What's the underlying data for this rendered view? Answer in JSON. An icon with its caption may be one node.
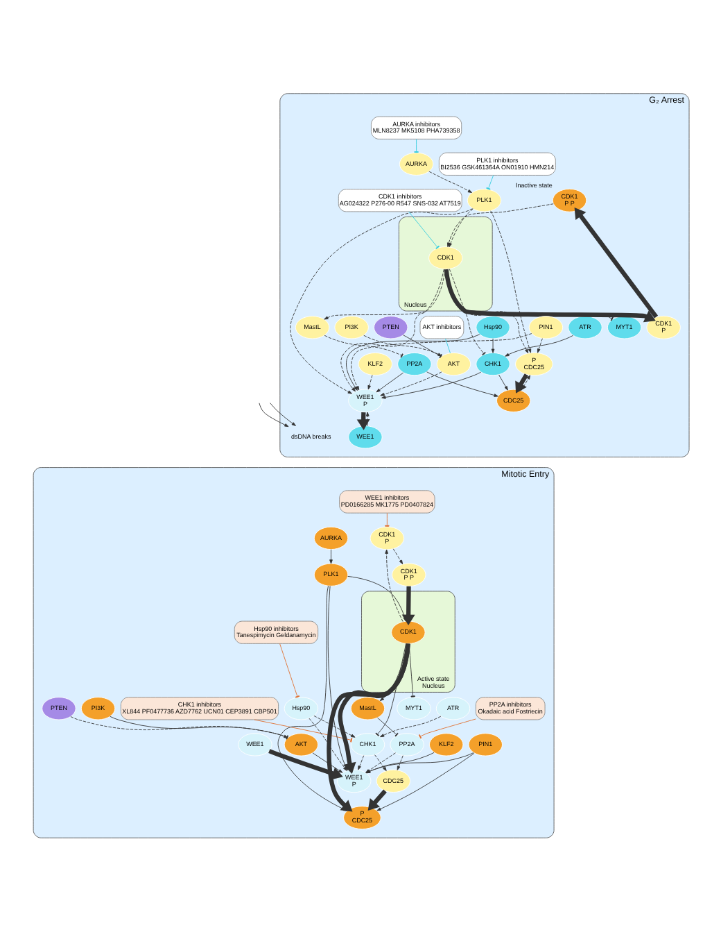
{
  "diagram": {
    "nodes": [
      {
        "text": [
          "G₂ Arrest"
        ]
      },
      {
        "text": [
          "dsDNA breaks"
        ],
        "in": 0
      },
      {
        "text": [
          "ATR"
        ],
        "in": 0
      },
      {
        "text": [
          "CHK1"
        ],
        "in": 0
      },
      {
        "text": [
          "Hsp90"
        ],
        "in": 0
      },
      {
        "text": [
          "WEE1",
          "P"
        ],
        "in": 0
      },
      {
        "text": [
          "MYT1"
        ],
        "in": 0
      },
      {
        "text": [
          "WEE1"
        ],
        "in": 0
      },
      {
        "text": [
          "CDK1",
          "P P"
        ],
        "beside": [
          "Inactive state"
        ],
        "in": 0
      },
      {
        "text": [
          "CDK1",
          "P"
        ],
        "in": 0
      },
      {
        "text": [
          "Nucleus"
        ],
        "in": 0
      },
      {
        "text": [
          "CDK1"
        ],
        "in": 10
      },
      {
        "text": [
          "P",
          "CDC25"
        ],
        "in": 0
      },
      {
        "text": [
          "CDC25"
        ],
        "in": 0
      },
      {
        "text": [
          "PP2A"
        ],
        "in": 0
      },
      {
        "text": [
          "PIN1"
        ],
        "in": 0
      },
      {
        "text": [
          "PLK1"
        ],
        "in": 0
      },
      {
        "text": [
          "MastL"
        ],
        "in": 0
      },
      {
        "text": [
          "AURKA"
        ],
        "in": 0
      },
      {
        "text": [
          "PI3K"
        ],
        "in": 0
      },
      {
        "text": [
          "PTEN"
        ],
        "in": 0
      },
      {
        "text": [
          "AKT"
        ],
        "in": 0
      },
      {
        "text": [
          "KLF2"
        ],
        "in": 0
      },
      {
        "text": [
          "AKT inhibitors"
        ],
        "in": 0
      },
      {
        "text": [
          "CDK1 inhibitors",
          "AG024322 P276-00 R547 SNS-032 AT7519"
        ],
        "in": 0
      },
      {
        "text": [
          "PLK1 inhibitors",
          "BI2536 GSK461364A ON01910 HMN214"
        ],
        "in": 0
      },
      {
        "text": [
          "AURKA inhibitors",
          "MLN8237 MK5108 PHA739358"
        ],
        "in": 0
      },
      {
        "text": [
          "Mitotic Entry"
        ]
      },
      {
        "text": [
          "CHK1 inhibitors",
          "XL844 PF0477736 AZD7762 UCN01 CEP3891 CBP501"
        ],
        "in": 27
      },
      {
        "text": [
          "WEE1 inhibitors",
          "PD0166285 MK1775 PD0407824"
        ],
        "in": 27
      },
      {
        "text": [
          "Hsp90 inhibitors",
          "Tanespimycin Geldanamycin"
        ],
        "in": 27
      },
      {
        "text": [
          "PP2A inhibitors",
          "Okadaic acid Fostriecin"
        ],
        "in": 27
      },
      {
        "text": [
          "ATR"
        ],
        "in": 27
      },
      {
        "text": [
          "CHK1"
        ],
        "in": 27
      },
      {
        "text": [
          "Hsp90"
        ],
        "in": 27
      },
      {
        "text": [
          "WEE1",
          "P"
        ],
        "in": 27
      },
      {
        "text": [
          "MYT1"
        ],
        "in": 27
      },
      {
        "text": [
          "WEE1"
        ],
        "in": 27
      },
      {
        "text": [
          "CDK1",
          "P P"
        ],
        "in": 27
      },
      {
        "text": [
          "CDK1",
          "P"
        ],
        "in": 27
      },
      {
        "text": [
          "Nucleus"
        ],
        "beside": [
          "Active state"
        ],
        "in": 27
      },
      {
        "text": [
          "CDK1"
        ],
        "in": 40
      },
      {
        "text": [
          "P",
          "CDC25"
        ],
        "in": 27
      },
      {
        "text": [
          "CDC25"
        ],
        "in": 27
      },
      {
        "text": [
          "PP2A"
        ],
        "in": 27
      },
      {
        "text": [
          "PIN1"
        ],
        "in": 27
      },
      {
        "text": [
          "PLK1"
        ],
        "in": 27
      },
      {
        "text": [
          "MastL"
        ],
        "in": 27
      },
      {
        "text": [
          "AURKA"
        ],
        "in": 27
      },
      {
        "text": [
          "PI3K"
        ],
        "in": 27
      },
      {
        "text": [
          "PTEN"
        ],
        "in": 27
      },
      {
        "text": [
          "AKT"
        ],
        "in": 27
      },
      {
        "text": [
          "KLF2"
        ],
        "in": 27
      }
    ],
    "edges": [
      {
        "from": null,
        "to": 1,
        "arrow": "to"
      },
      {
        "from": null,
        "to": 1,
        "arrow": "to"
      },
      {
        "from": 2,
        "to": 3,
        "arrow": "to"
      },
      {
        "from": 4,
        "to": 3,
        "arrow": "to"
      },
      {
        "from": 3,
        "to": 5,
        "arrow": "to"
      },
      {
        "from": 4,
        "to": 5,
        "arrow": "to"
      },
      {
        "from": 14,
        "to": 5,
        "arrow": "to"
      },
      {
        "from": 3,
        "to": 13,
        "arrow": "to"
      },
      {
        "from": 14,
        "to": 13,
        "arrow": "to"
      },
      {
        "from": 11,
        "to": 3,
        "arrow": "other",
        "style": "dashed"
      },
      {
        "from": 11,
        "to": 6,
        "arrow": "other",
        "style": "dashed"
      },
      {
        "from": 11,
        "to": 17,
        "arrow": "to",
        "style": "dashed"
      },
      {
        "from": 5,
        "to": 7,
        "arrow": "to",
        "style": "thick"
      },
      {
        "from": 7,
        "to": 5,
        "arrow": "to",
        "style": "dashed"
      },
      {
        "from": 21,
        "to": 5,
        "arrow": "to",
        "style": "dashed"
      },
      {
        "from": 22,
        "to": 5,
        "arrow": "to",
        "style": "dashed"
      },
      {
        "from": 16,
        "to": 5,
        "arrow": "to",
        "style": "dashed"
      },
      {
        "from": 15,
        "to": 5,
        "arrow": "to",
        "style": "dashed"
      },
      {
        "from": 11,
        "to": 5,
        "arrow": "to",
        "style": "dashed"
      },
      {
        "from": 11,
        "to": 9,
        "arrow": "to",
        "style": "thick"
      },
      {
        "from": 9,
        "to": 8,
        "arrow": "to",
        "style": "thick"
      },
      {
        "from": 8,
        "to": 11,
        "arrow": "to",
        "style": "dashed"
      },
      {
        "from": 12,
        "to": 13,
        "arrow": "to",
        "style": "thick"
      },
      {
        "from": 13,
        "to": 12,
        "arrow": "to",
        "style": "dashed"
      },
      {
        "from": 11,
        "to": 12,
        "arrow": "to",
        "style": "dashed"
      },
      {
        "from": 15,
        "to": 12,
        "arrow": "to",
        "style": "dashed"
      },
      {
        "from": 16,
        "to": 12,
        "arrow": "to",
        "style": "dashed"
      },
      {
        "from": 16,
        "to": 11,
        "arrow": "to",
        "style": "dashed"
      },
      {
        "from": 17,
        "to": 14,
        "arrow": "other",
        "style": "dashed"
      },
      {
        "from": 18,
        "to": 16,
        "arrow": "to",
        "style": "dashed"
      },
      {
        "from": 19,
        "to": 21,
        "arrow": "to",
        "style": "dashed"
      },
      {
        "from": 20,
        "to": 21,
        "arrow": "other"
      },
      {
        "from": 23,
        "to": 21,
        "arrow": "none",
        "color": "#33ccdd"
      },
      {
        "from": 24,
        "to": 11,
        "arrow": "other",
        "color": "#33ccdd"
      },
      {
        "from": 25,
        "to": 16,
        "arrow": "other",
        "color": "#33ccdd"
      },
      {
        "from": 26,
        "to": 18,
        "arrow": "other",
        "color": "#33ccdd"
      },
      {
        "from": 32,
        "to": 33,
        "arrow": "to",
        "style": "dashed"
      },
      {
        "from": 34,
        "to": 33,
        "arrow": "to",
        "style": "dashed"
      },
      {
        "from": 33,
        "to": 35,
        "arrow": "to",
        "style": "dashed"
      },
      {
        "from": 34,
        "to": 35,
        "arrow": "to",
        "style": "dashed"
      },
      {
        "from": 44,
        "to": 35,
        "arrow": "to",
        "style": "dashed"
      },
      {
        "from": 33,
        "to": 43,
        "arrow": "to",
        "style": "dashed"
      },
      {
        "from": 44,
        "to": 43,
        "arrow": "to",
        "style": "dashed"
      },
      {
        "from": 41,
        "to": 33,
        "arrow": "other"
      },
      {
        "from": 41,
        "to": 36,
        "arrow": "other"
      },
      {
        "from": 41,
        "to": 47,
        "arrow": "to"
      },
      {
        "from": 37,
        "to": 35,
        "arrow": "to",
        "style": "thick"
      },
      {
        "from": 51,
        "to": 35,
        "arrow": "to"
      },
      {
        "from": 52,
        "to": 35,
        "arrow": "to"
      },
      {
        "from": 46,
        "to": 35,
        "arrow": "to"
      },
      {
        "from": 45,
        "to": 35,
        "arrow": "to"
      },
      {
        "from": 41,
        "to": 35,
        "arrow": "to",
        "style": "thick"
      },
      {
        "from": 41,
        "to": 39,
        "arrow": "to",
        "style": "dashed"
      },
      {
        "from": 39,
        "to": 38,
        "arrow": "to",
        "style": "dashed"
      },
      {
        "from": 38,
        "to": 41,
        "arrow": "to",
        "style": "thick"
      },
      {
        "from": 43,
        "to": 42,
        "arrow": "to",
        "style": "thick"
      },
      {
        "from": 41,
        "to": 42,
        "arrow": "to",
        "style": "thick"
      },
      {
        "from": 45,
        "to": 42,
        "arrow": "to"
      },
      {
        "from": 46,
        "to": 42,
        "arrow": "to"
      },
      {
        "from": 46,
        "to": 41,
        "arrow": "to"
      },
      {
        "from": 47,
        "to": 44,
        "arrow": "other"
      },
      {
        "from": 48,
        "to": 46,
        "arrow": "to"
      },
      {
        "from": 49,
        "to": 51,
        "arrow": "to"
      },
      {
        "from": 50,
        "to": 51,
        "arrow": "other",
        "style": "dashed"
      },
      {
        "from": 28,
        "to": 33,
        "arrow": "other",
        "color": "#e07030"
      },
      {
        "from": 30,
        "to": 34,
        "arrow": "other",
        "color": "#e07030"
      },
      {
        "from": 31,
        "to": 44,
        "arrow": "other",
        "color": "#e07030"
      },
      {
        "from": 29,
        "to": 39,
        "arrow": "other",
        "color": "#e07030"
      }
    ]
  }
}
